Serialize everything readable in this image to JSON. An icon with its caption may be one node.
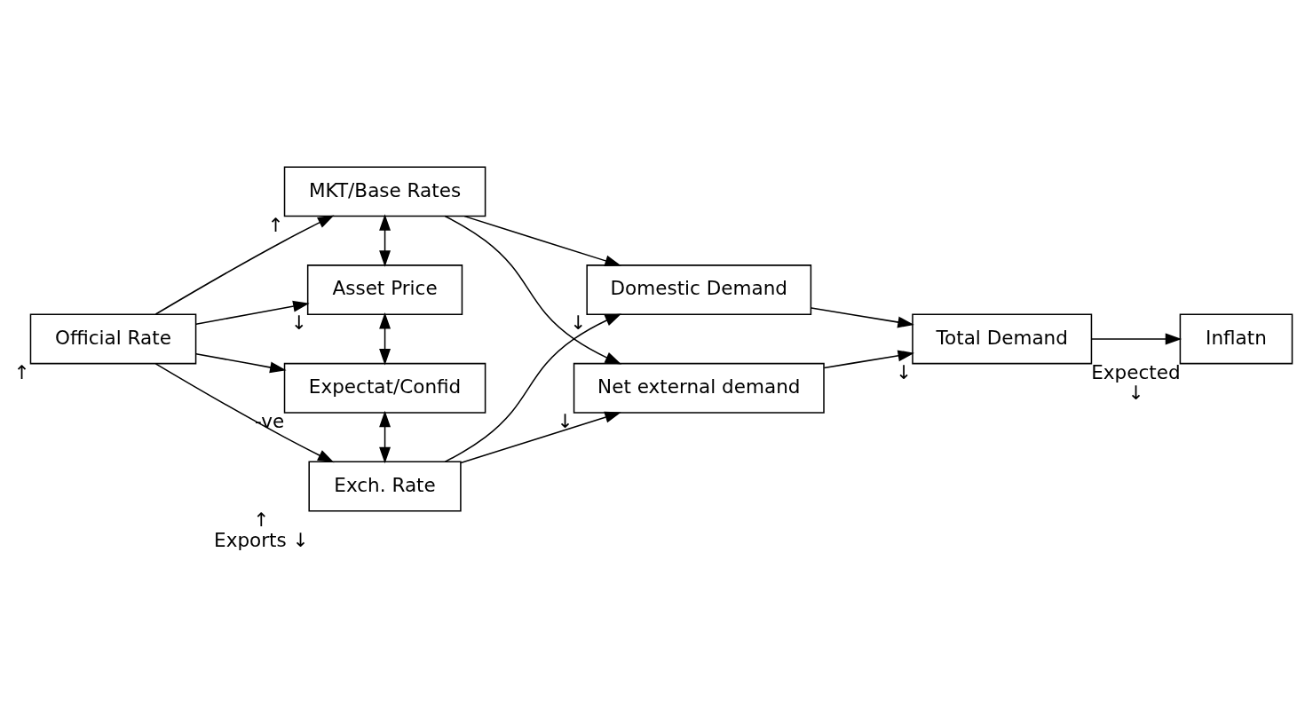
{
  "diagram": {
    "nodes": [
      {
        "text": [
          "Official Rate"
        ],
        "beside": [
          "↑"
        ]
      },
      {
        "text": [
          "MKT/Base Rates"
        ],
        "beside": [
          "↑"
        ]
      },
      {
        "text": [
          "Asset Price"
        ],
        "beside": [
          "↓"
        ]
      },
      {
        "text": [
          "Expectat/Confid"
        ],
        "beside": [
          "-ve"
        ]
      },
      {
        "text": [
          "Exch. Rate"
        ],
        "beside": [
          "↑",
          "Exports ↓"
        ]
      },
      {
        "text": [
          "Domestic Demand"
        ],
        "beside": [
          "↓"
        ]
      },
      {
        "text": [
          "Net external demand"
        ],
        "beside": [
          "↓"
        ]
      },
      {
        "text": [
          "Total Demand"
        ],
        "beside": [
          "↓"
        ]
      },
      {
        "text": [
          "Inflatn"
        ],
        "beside": [
          "Expected",
          "↓"
        ]
      }
    ],
    "edges": [
      {
        "from": 0,
        "to": 1,
        "arrow": "to"
      },
      {
        "from": 0,
        "to": 2,
        "arrow": "to"
      },
      {
        "from": 0,
        "to": 3,
        "arrow": "to"
      },
      {
        "from": 0,
        "to": 4,
        "arrow": "to"
      },
      {
        "from": 1,
        "to": 2,
        "arrow": "both"
      },
      {
        "from": 2,
        "to": 3,
        "arrow": "both"
      },
      {
        "from": 3,
        "to": 4,
        "arrow": "both"
      },
      {
        "from": 1,
        "to": 5,
        "arrow": "to"
      },
      {
        "from": 1,
        "to": 6,
        "arrow": "to"
      },
      {
        "from": 4,
        "to": 5,
        "arrow": "to"
      },
      {
        "from": 4,
        "to": 6,
        "arrow": "to"
      },
      {
        "from": 5,
        "to": 7,
        "arrow": "to"
      },
      {
        "from": 6,
        "to": 7,
        "arrow": "to"
      },
      {
        "from": 7,
        "to": 8,
        "arrow": "to"
      }
    ]
  }
}
